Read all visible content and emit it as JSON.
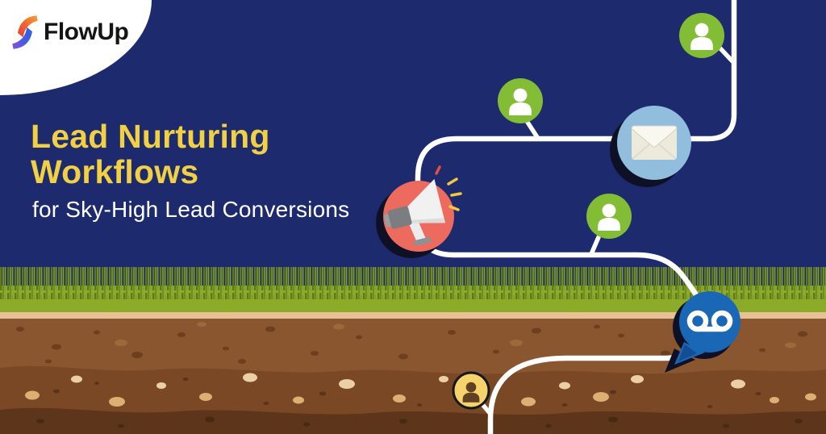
{
  "brand": {
    "name": "FlowUp"
  },
  "headline": {
    "line1": "Lead Nurturing",
    "line2": "Workflows",
    "subtitle": "for Sky-High Lead Conversions"
  },
  "illustration": {
    "description": "White workflow path winding from the sky through grass into underground soil, connecting lead nurturing touchpoint nodes",
    "nodes": [
      {
        "id": "lead-top",
        "type": "person",
        "color_key": "node_green"
      },
      {
        "id": "lead-upper",
        "type": "person",
        "color_key": "node_green"
      },
      {
        "id": "email",
        "type": "envelope",
        "color_key": "email_node_blue"
      },
      {
        "id": "announcement",
        "type": "megaphone",
        "color_key": "megaphone_node_red"
      },
      {
        "id": "lead-mid",
        "type": "person",
        "color_key": "node_green"
      },
      {
        "id": "voicemail",
        "type": "voicemail-bubble",
        "color_key": "voicemail_blue"
      },
      {
        "id": "lead-seed",
        "type": "person",
        "color_key": "lead_seed_yellow"
      }
    ]
  },
  "colors": {
    "background_navy": "#1e2a6e",
    "headline_yellow": "#f2d043",
    "subtitle_white": "#ffffff",
    "path_white": "#ffffff",
    "node_green": "#83bd35",
    "email_node_blue": "#92bedd",
    "megaphone_node_red": "#ec6a5e",
    "voicemail_blue": "#1a67b6",
    "voicemail_tail_shade": "#134e94",
    "lead_seed_yellow": "#f5d26b",
    "grass_green": "#8cab28",
    "grass_blade_dark": "#5f781e",
    "topsoil_tan": "#e7c095",
    "soil_brown_1": "#8a5630",
    "soil_brown_2": "#7b4826",
    "soil_brown_3": "#5d351b",
    "shadow_dark": "#0e1126"
  }
}
